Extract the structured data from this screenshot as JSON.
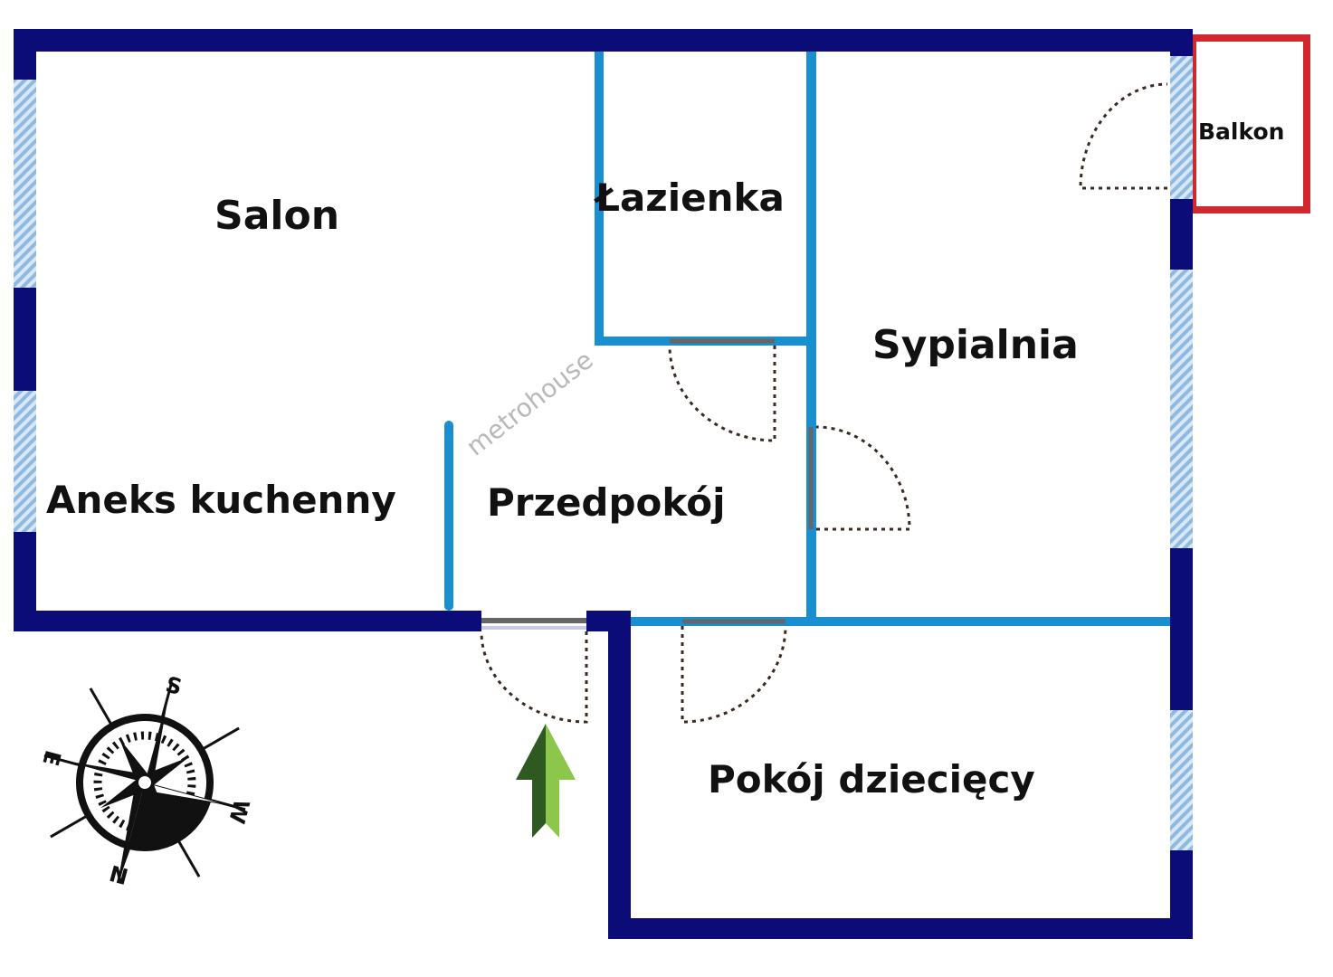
{
  "rooms": {
    "salon": "Salon",
    "lazienka": "Łazienka",
    "sypialnia": "Sypialnia",
    "balkon": "Balkon",
    "aneks": "Aneks kuchenny",
    "przedpokoj": "Przedpokój",
    "pokoj_dzieciecy": "Pokój dziecięcy"
  },
  "watermark": "metrohouse",
  "compass": {
    "n": "N",
    "s": "S",
    "e": "E",
    "w": "W"
  },
  "colors": {
    "outer_wall": "#0c0c78",
    "inner_wall": "#1a8fd0",
    "balcony": "#d0282e",
    "window": "#a8cbe8",
    "entrance_arrow": "#3f7a2a"
  }
}
